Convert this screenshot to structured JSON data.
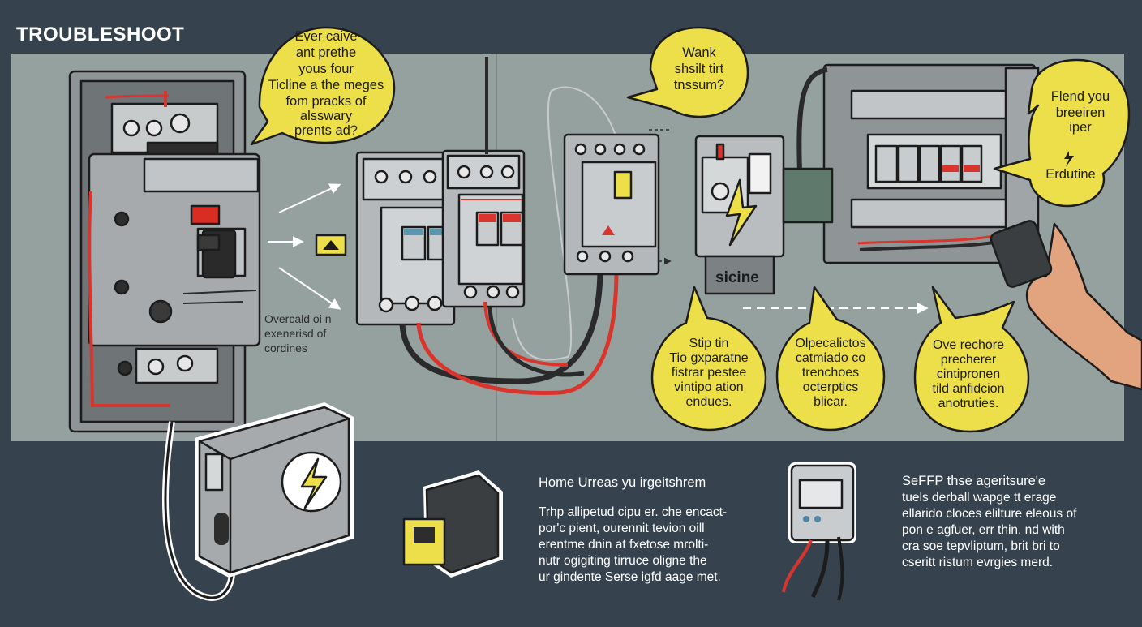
{
  "header": {
    "title": "TROUBLESHOOT"
  },
  "bubbles": [
    {
      "id": "top-left",
      "lines": [
        "Ever caive",
        "ant prethe",
        "yous four",
        "Ticline a the meges",
        "fom pracks of",
        "alsswary",
        "prents ad?"
      ]
    },
    {
      "id": "top-center",
      "lines": [
        "Wank",
        "shsilt tirt",
        "tnssum?"
      ]
    },
    {
      "id": "top-right",
      "lines": [
        "Flend you",
        "breeiren",
        "iper",
        "Erdutine"
      ]
    },
    {
      "id": "bottom-1",
      "lines": [
        "Stip tin",
        "Tio gxparatne",
        "fistrar pestee",
        "vintipo ation",
        "endues."
      ]
    },
    {
      "id": "bottom-2",
      "lines": [
        "Olpecalictos",
        "catmiado co",
        "trenchoes",
        "octerptics",
        "blicar."
      ]
    },
    {
      "id": "bottom-3",
      "lines": [
        "Ove rechore",
        "precherer",
        "cintipronen",
        "tild anfidcion",
        "anotruties."
      ]
    }
  ],
  "notes": {
    "overload": [
      "Overcald oi n",
      "exenerisd of",
      "cordines"
    ]
  },
  "labels": {
    "device_label": "sicine"
  },
  "bottom_sections": {
    "home": {
      "title": "Home Urreas yu irgeitshrem",
      "lines": [
        "Trhp  allipetud  cipu er. che encact-",
        "por'c  pient,  ourennit  tevion  oill",
        "erentme  dnin  at  fxetose  mrolti-",
        "nutr  ogigiting  tirruce  oligne  the",
        "ur  gindente  Serse  igfd  aage  met."
      ]
    },
    "seffp": {
      "title": "SeFFP  thse  ageritsure'e",
      "lines": [
        "tuels  derball   wapge  tt  erage",
        "ellarido  cloces  elilture  eleous  of",
        "pon  e  agfuer,  err  thin,  nd  with",
        "cra  soe  tepvliptum,  brit  bri  to",
        "cseritt ristum  evrgies  merd."
      ]
    }
  },
  "colors": {
    "background": "#36434e",
    "panel": "#95a19f",
    "bubble": "#ecdf4a",
    "device_gray": "#a6aaad",
    "wire_red": "#d9352c",
    "skin": "#e2a47e"
  },
  "icons": [
    "lightning-icon",
    "warning-icon",
    "breaker-switch-icon",
    "hand-icon",
    "meter-icon",
    "plug-icon",
    "arrow-icon"
  ]
}
